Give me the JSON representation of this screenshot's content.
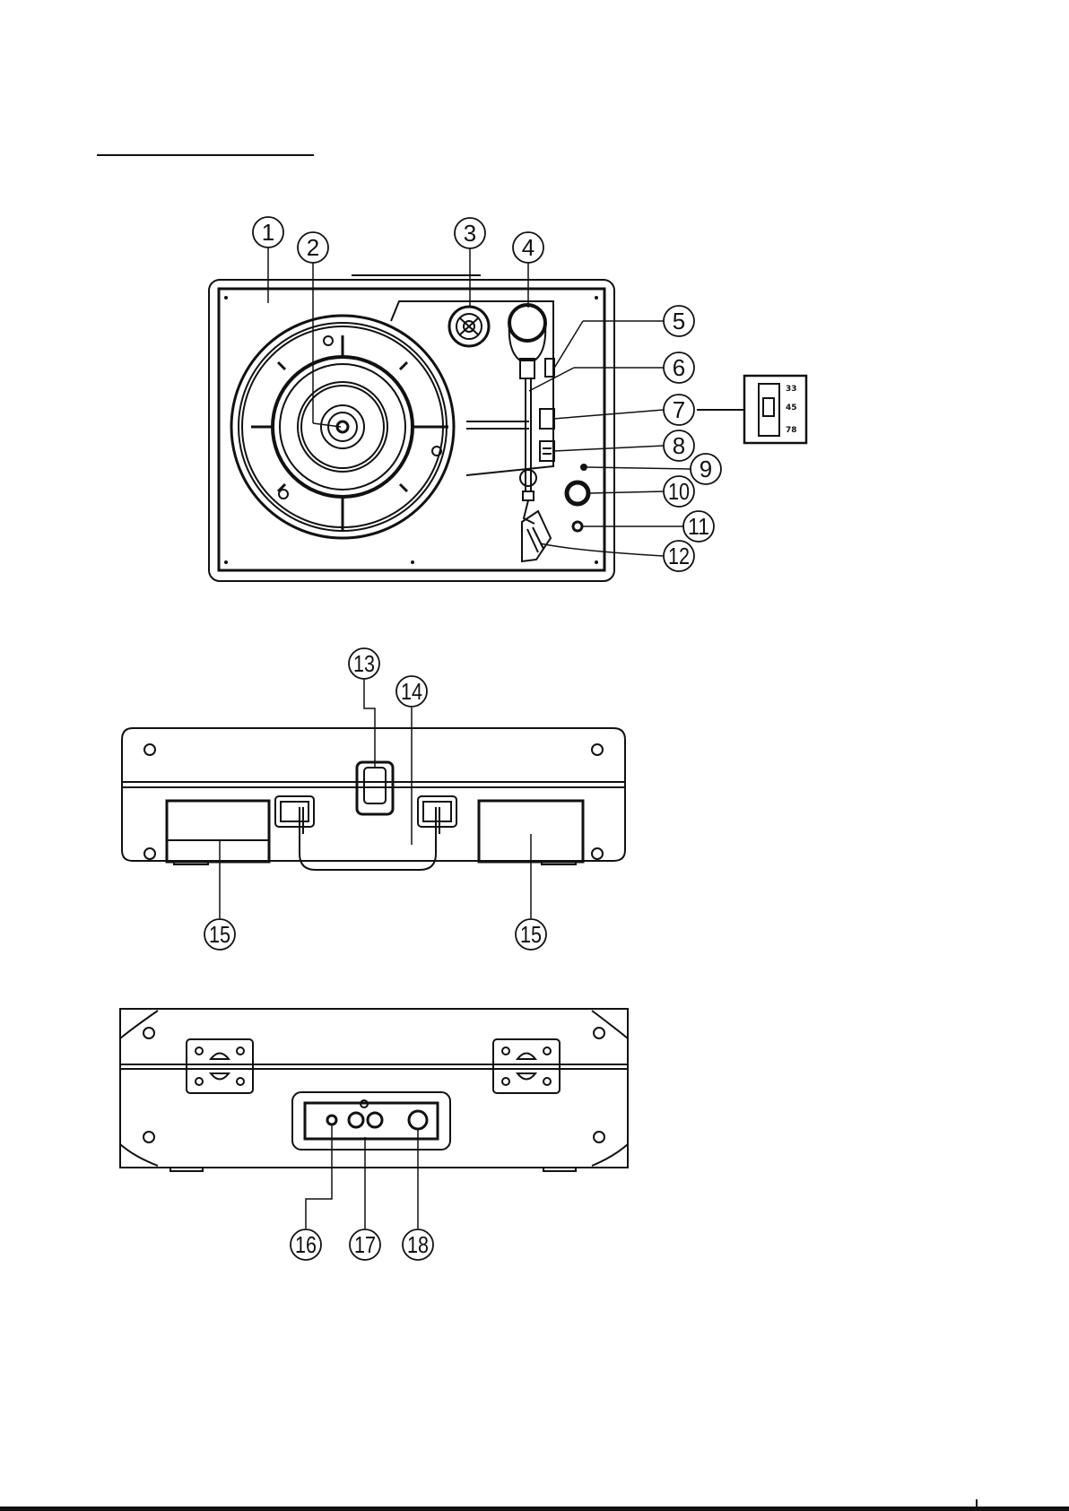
{
  "callouts": [
    {
      "id": "1",
      "label": "1"
    },
    {
      "id": "2",
      "label": "2"
    },
    {
      "id": "3",
      "label": "3"
    },
    {
      "id": "4",
      "label": "4"
    },
    {
      "id": "5",
      "label": "5"
    },
    {
      "id": "6",
      "label": "6"
    },
    {
      "id": "7",
      "label": "7"
    },
    {
      "id": "8",
      "label": "8"
    },
    {
      "id": "9",
      "label": "9"
    },
    {
      "id": "10",
      "label": "10"
    },
    {
      "id": "11",
      "label": "11"
    },
    {
      "id": "12",
      "label": "12"
    },
    {
      "id": "13",
      "label": "13"
    },
    {
      "id": "14",
      "label": "14"
    },
    {
      "id": "15a",
      "label": "15"
    },
    {
      "id": "15b",
      "label": "15"
    },
    {
      "id": "16",
      "label": "16"
    },
    {
      "id": "17",
      "label": "17"
    },
    {
      "id": "18",
      "label": "18"
    }
  ],
  "speed_selector": {
    "speeds": [
      "33",
      "45",
      "78"
    ]
  },
  "colors": {
    "line": "#111111",
    "background": "#ffffff"
  }
}
